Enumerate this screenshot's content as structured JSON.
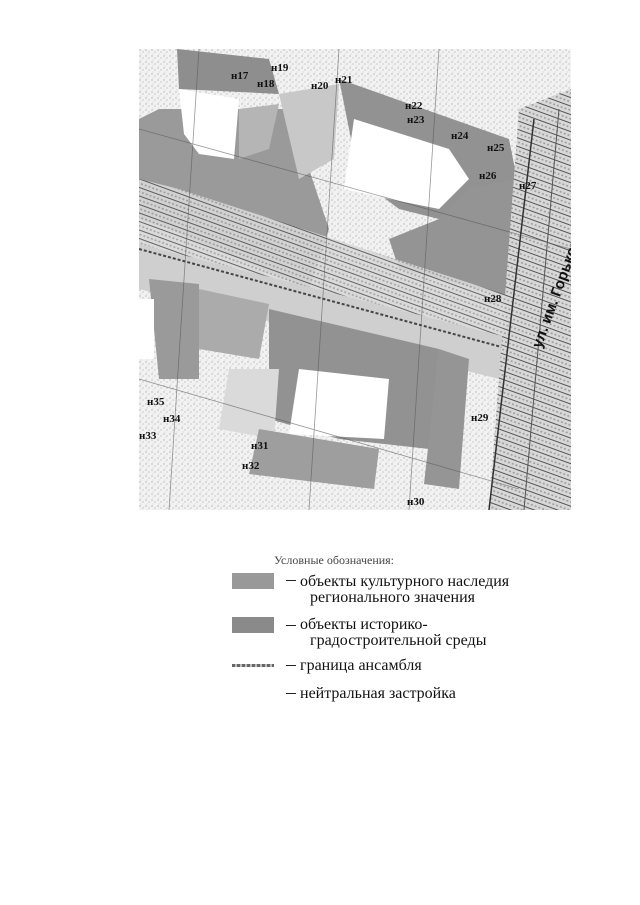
{
  "map": {
    "labels": [
      "н17",
      "н19",
      "н18",
      "н20",
      "н21",
      "н22",
      "н23",
      "н24",
      "н25",
      "н26",
      "н27",
      "н28",
      "н29",
      "н30",
      "н31",
      "н32",
      "н33",
      "н34",
      "н35"
    ],
    "street_label": "ул. им. Горького",
    "colors": {
      "regional_heritage": "#8f8f8f",
      "historic_env": "#a8a8a8",
      "background": "#ffffff",
      "lines": "#2a2a2a"
    }
  },
  "legend": {
    "title": "Условные обозначения:",
    "items": [
      {
        "text1": "объекты культурного наследия",
        "text2": "регионального значения"
      },
      {
        "text1": "объекты историко-",
        "text2": "градостроительной среды"
      },
      {
        "text1": "граница ансамбля"
      },
      {
        "text1": "нейтральная застройка"
      }
    ]
  }
}
